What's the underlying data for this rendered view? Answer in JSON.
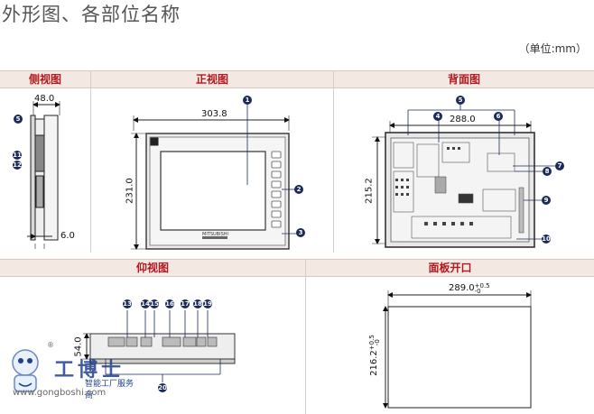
{
  "page_title": "外形图、各部位名称",
  "unit_label": "（单位:mm）",
  "sections": {
    "side_view": "侧视图",
    "front_view": "正视图",
    "back_view": "背面图",
    "bottom_view": "仰视图",
    "panel_cutout": "面板开口"
  },
  "dims": {
    "side_depth": "48.0",
    "side_bottom": "6.0",
    "front_width": "303.8",
    "front_height": "231.0",
    "back_width": "288.0",
    "back_height": "215.2",
    "bottom_height": "54.0",
    "cutout_width": "289.0",
    "cutout_width_tol_up": "+0.5",
    "cutout_width_tol_down": "-0",
    "cutout_height": "216.2",
    "cutout_height_tol_up": "+0.5",
    "cutout_height_tol_down": "-0"
  },
  "callouts": [
    "1",
    "2",
    "3",
    "4",
    "5",
    "6",
    "7",
    "8",
    "9",
    "10",
    "11",
    "12",
    "13",
    "14",
    "15",
    "16",
    "17",
    "18",
    "19",
    "20"
  ],
  "watermark": {
    "registered": "®",
    "brand": "工博士",
    "slogan": "智能工厂服务商",
    "url": "www.gongboshi.com"
  },
  "front_brand": "MITSUBISHI",
  "colors": {
    "header_bg": "#f3e9e2",
    "header_text": "#b5171e",
    "callout": "#1b2a5a"
  }
}
